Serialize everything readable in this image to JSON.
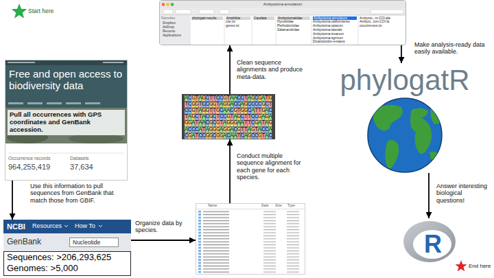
{
  "diagram": {
    "nodes": [
      {
        "text": [
          "Free and open access to biodiversity data",
          "Pull all occurrences with GPS coordinates and GenBank accession.",
          "Occurrence records",
          "964,255,419",
          "Datasets",
          "37,634"
        ]
      },
      {
        "text": [
          "NCBI",
          "Resources",
          "How To",
          "GenBank",
          "Nucleotide",
          "Sequences: >206,293,625",
          "Genomes: >5,000"
        ]
      },
      {
        "text": [
          "Name",
          "Date",
          "Size",
          "Type"
        ]
      },
      {
        "text": [
          "ACGTAGCTTCCGTAACCTAGCGATG",
          "TCGGTCCGGTAGGACCAGCCCCGCT",
          "CCGTAGGTTGCAACGTGGCATTGAC",
          "TAGCTACGCTCCGTAGCTTCCGAGA",
          "GGATAACGCGTAGGGAATTCGATAG",
          "ACCCATAGGGAGGACGTTAGTACCA",
          "CGATCCGGCGGACAATCAGCCGTAC"
        ]
      },
      {
        "text": [
          "Ambystoma-annulatum",
          "Favorites",
          "Dropbox",
          "AirDrop",
          "Recents",
          "Applications",
          "phylogatr-results",
          "Amphibia",
          "cite.txt",
          "genes.txt",
          "Caudata",
          "Ambystomatidae",
          "Hynobiidae",
          "Plethodontidae",
          "Salamandridae",
          "Ambystoma-annulatum",
          "Ambystoma-californiense",
          "Ambystoma-opacum",
          "Ambystoma-laterale",
          "Ambystoma-texanum",
          "Ambystoma-tigrinum",
          "Dicamptodon-ensatus",
          "Ambysto...m-COI.afa",
          "Ambyst...lum-COI.fa",
          "occurrences.txt"
        ]
      },
      {
        "text": [
          "phylogatR"
        ]
      },
      {
        "text": [
          "R"
        ]
      }
    ],
    "edges": [
      {
        "from": 0,
        "to": 1,
        "arrow": "to",
        "label": "Use this information to pull sequences from GenBank that match those from GBIF."
      },
      {
        "from": 1,
        "to": 2,
        "arrow": "to",
        "label": "Organize data by species."
      },
      {
        "from": 2,
        "to": 3,
        "arrow": "to",
        "label": "Conduct multiple sequence alignment for each gene for each species."
      },
      {
        "from": 3,
        "to": 4,
        "arrow": "to",
        "label": "Clean sequence alignments and produce meta-data."
      },
      {
        "from": 4,
        "to": 5,
        "arrow": "to",
        "label": "Make analysis-ready data easily available."
      },
      {
        "from": 5,
        "to": 6,
        "arrow": "to",
        "label": "Answer interesting biological questions!"
      }
    ],
    "labels": [
      "Start here",
      "End here"
    ]
  }
}
